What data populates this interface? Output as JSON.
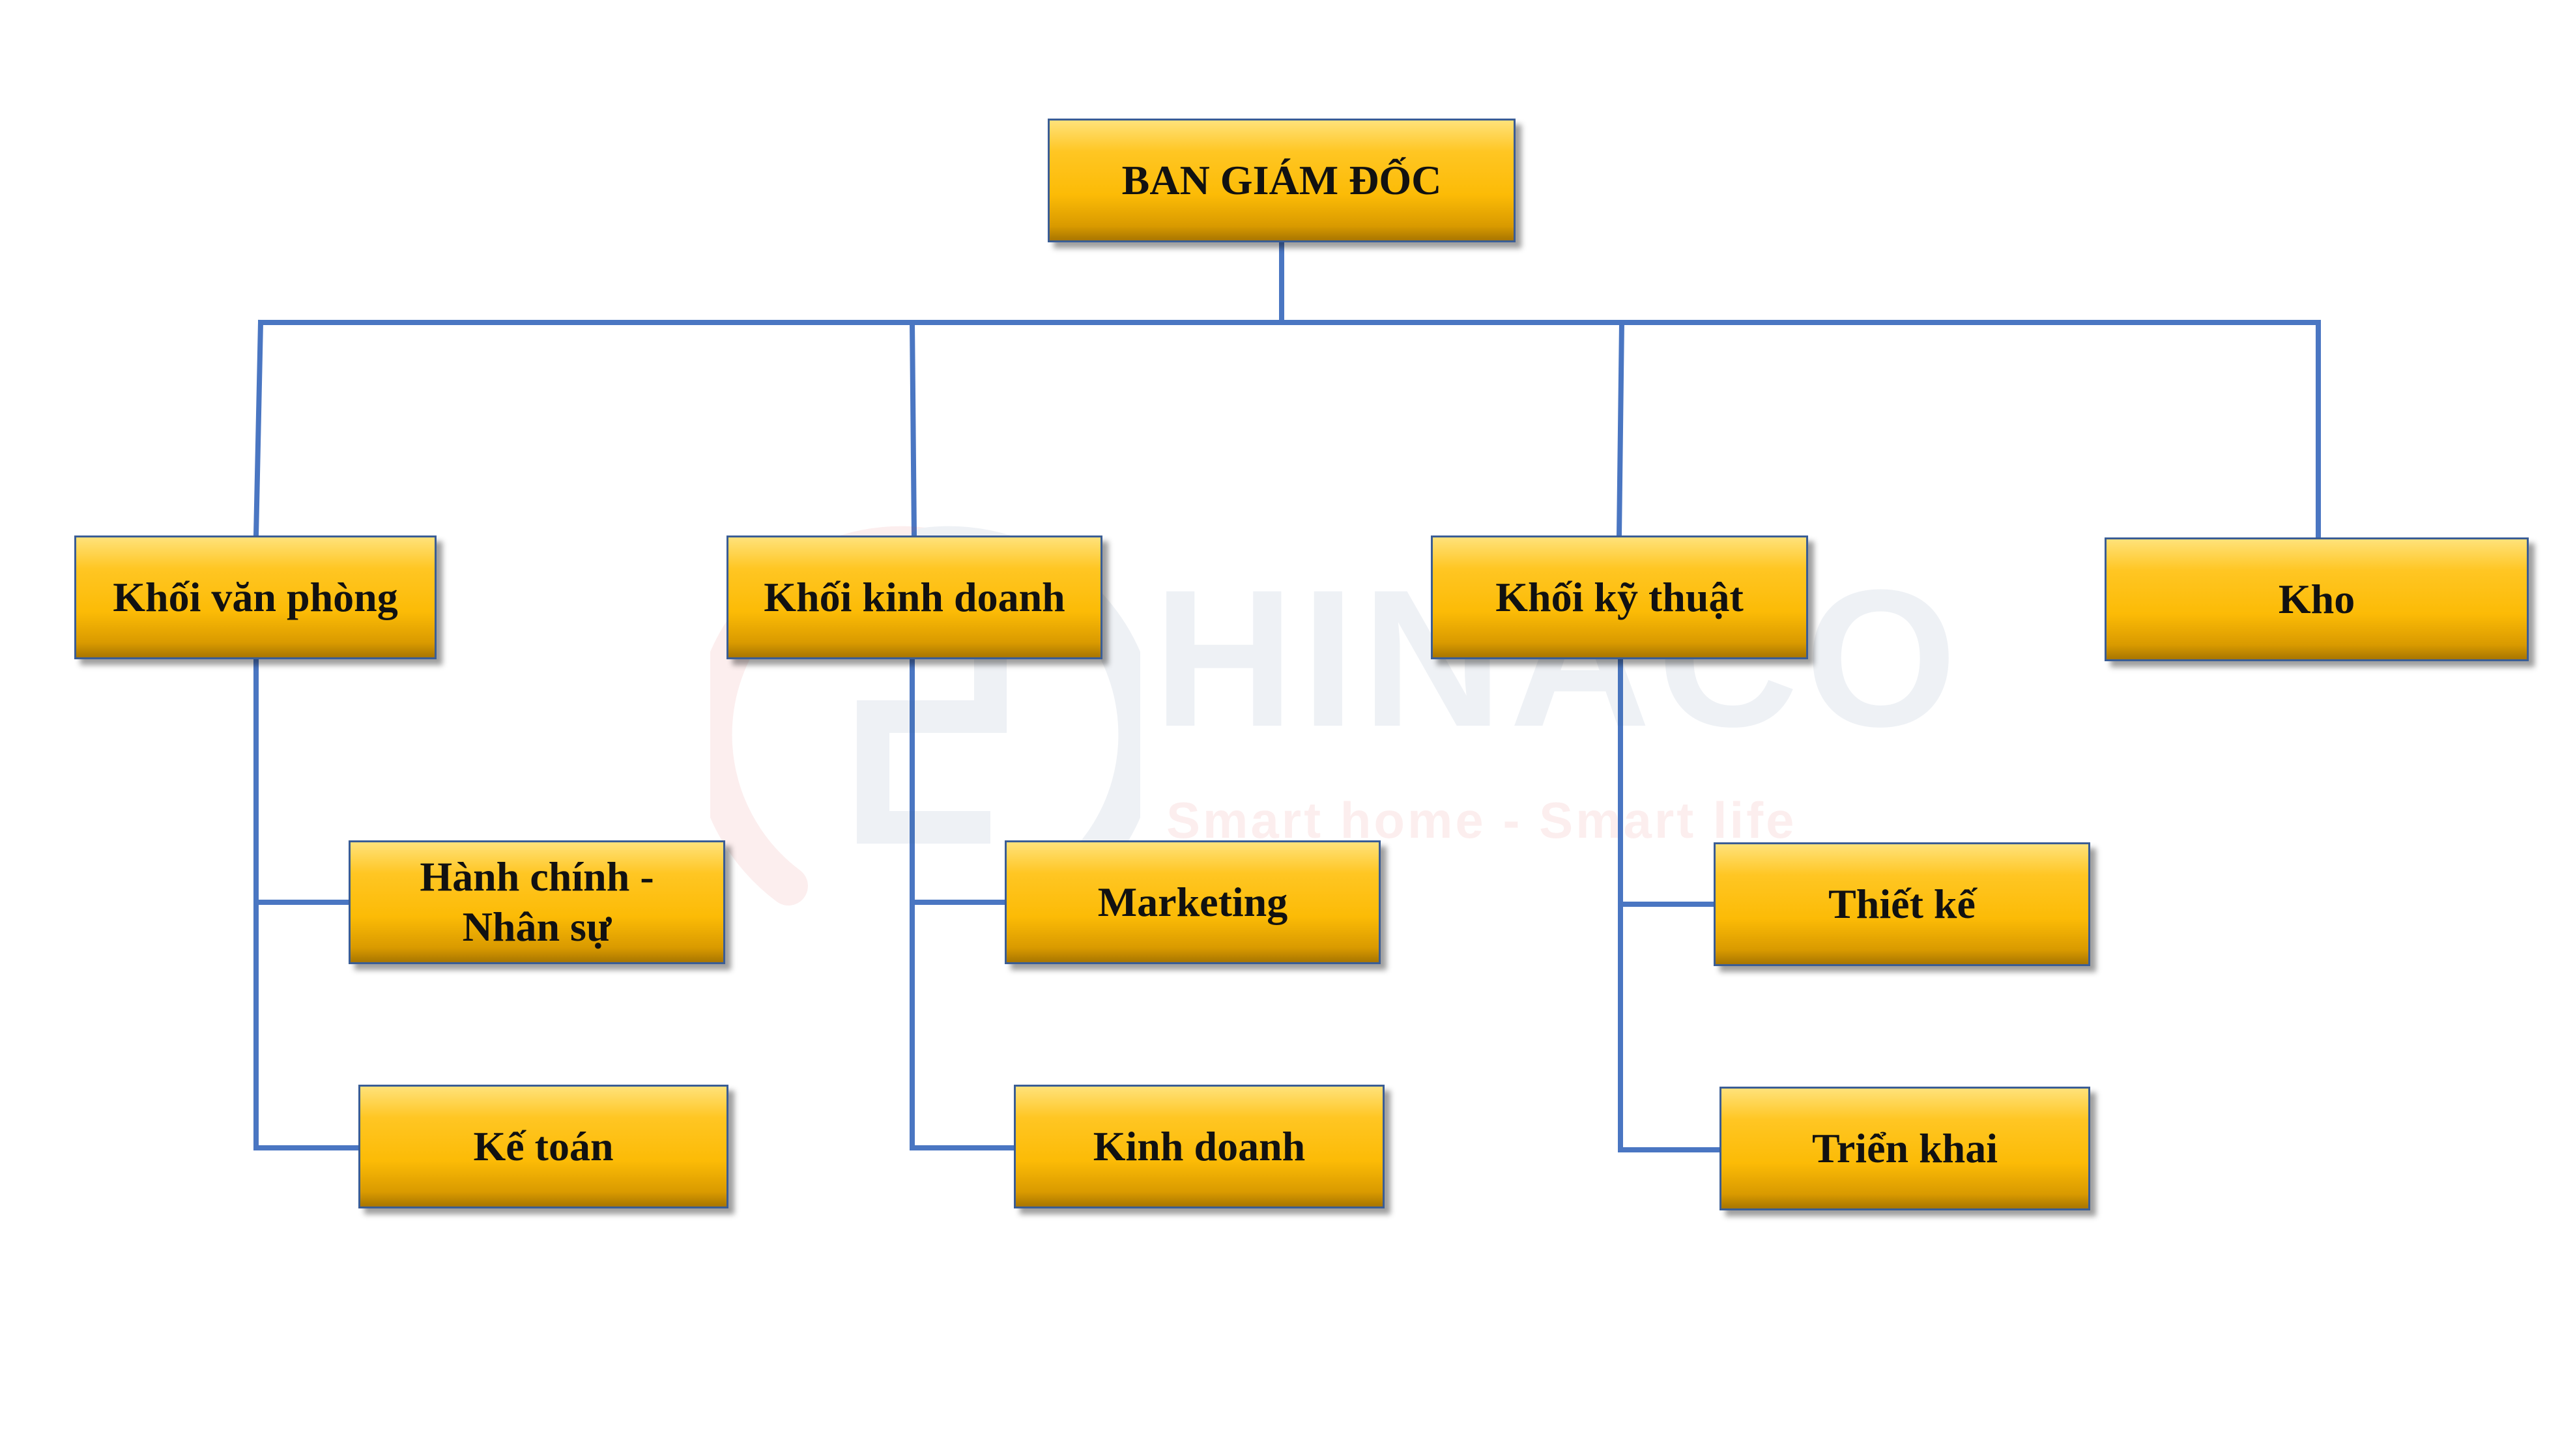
{
  "org_chart": {
    "root": {
      "label": "BAN GIÁM ĐỐC"
    },
    "divisions": [
      {
        "label": "Khối văn phòng",
        "children": [
          "Hành chính - Nhân sự",
          "Kế toán"
        ]
      },
      {
        "label": "Khối kinh doanh",
        "children": [
          "Marketing",
          "Kinh doanh"
        ]
      },
      {
        "label": "Khối kỹ thuật",
        "children": [
          "Thiết kế",
          "Triển khai"
        ]
      },
      {
        "label": "Kho",
        "children": []
      }
    ],
    "hanh_chinh_line1": "Hành chính -",
    "hanh_chinh_line2": "Nhân sự"
  },
  "watermark": {
    "brand": "HINACO",
    "tagline": "Smart home - Smart life"
  },
  "colors": {
    "connector": "#4a76c2",
    "box_fill": "#fcbb06",
    "box_border": "#3a5d95",
    "text": "#111111"
  }
}
